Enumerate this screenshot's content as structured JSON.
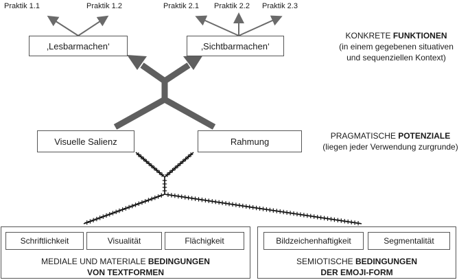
{
  "praktiken": [
    "Praktik 1.1",
    "Praktik 1.2",
    "Praktik 2.1",
    "Praktik 2.2",
    "Praktik 2.3"
  ],
  "functions": {
    "lesbarmachen": "‚Lesbarmachen‘",
    "sichtbarmachen": "‚Sichtbarmachen‘"
  },
  "potentials": {
    "salienz": "Visuelle Salienz",
    "rahmung": "Rahmung"
  },
  "right_labels": {
    "functions": {
      "plain": "KONKRETE ",
      "bold": "FUNKTIONEN",
      "line2": "(in einem gegebenen situativen",
      "line3": "und sequenziellen Kontext)"
    },
    "potentials": {
      "plain": "PRAGMATISCHE ",
      "bold": "POTENZIALE",
      "line2": "(liegen jeder Verwendung zurgrunde)"
    }
  },
  "textformen": {
    "items": [
      "Schriftlichkeit",
      "Visualität",
      "Flächigkeit"
    ],
    "title_plain": "MEDIALE UND MATERIALE ",
    "title_bold": "BEDINGUNGEN",
    "title_line2": "VON TEXTFORMEN"
  },
  "emoji": {
    "items": [
      "Bildzeichenhaftigkeit",
      "Segmentalität"
    ],
    "title_plain": "SEMIOTISCHE ",
    "title_bold": "BEDINGUNGEN",
    "title_line2": "DER EMOJI-FORM"
  },
  "colors": {
    "arrow": "#5f5f5f",
    "border": "#555555",
    "thin_arrow": "#6a6a6a"
  }
}
